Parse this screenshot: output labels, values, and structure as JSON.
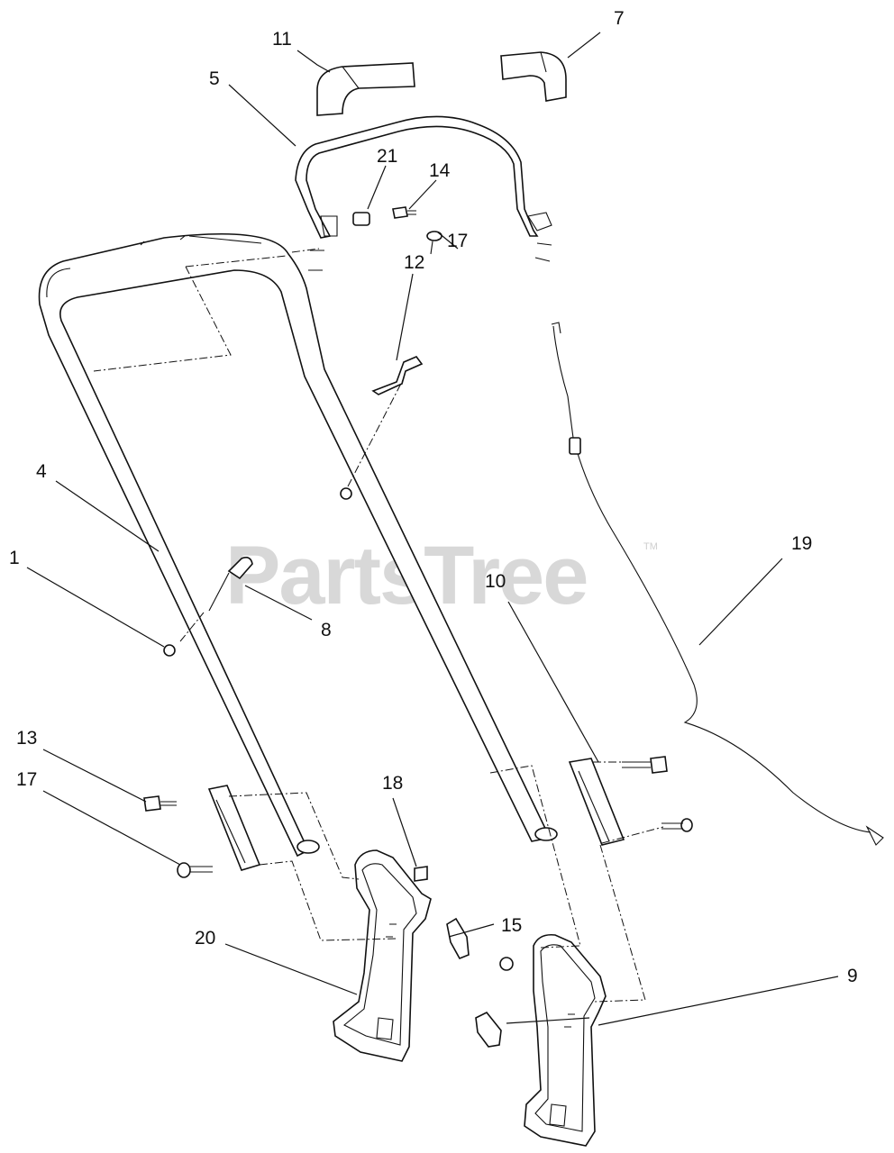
{
  "watermark": {
    "text": "PartsTree",
    "trademark": "TM"
  },
  "callouts": {
    "c11": "11",
    "c7": "7",
    "c5": "5",
    "c21": "21",
    "c14": "14",
    "c17_top": "17",
    "c12": "12",
    "c4": "4",
    "c1": "1",
    "c8": "8",
    "c10": "10",
    "c19": "19",
    "c13": "13",
    "c17_bottom": "17",
    "c18": "18",
    "c15": "15",
    "c20": "20",
    "c9": "9"
  },
  "colors": {
    "line": "#111111",
    "background": "#ffffff",
    "watermark": "#d8d8d8"
  }
}
